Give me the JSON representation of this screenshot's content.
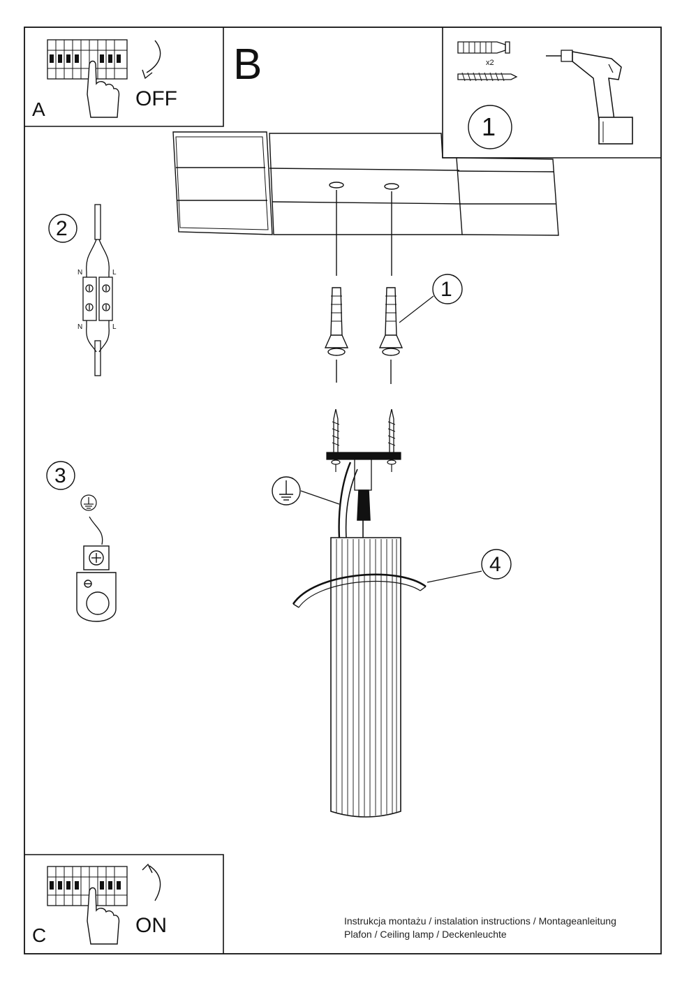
{
  "steps": {
    "a": {
      "letter": "A",
      "word": "OFF"
    },
    "b": {
      "letter": "B"
    },
    "c": {
      "letter": "C",
      "word": "ON"
    }
  },
  "callouts": {
    "tools": "1",
    "wire_connector": "2",
    "earth_clamp": "3",
    "dowels": "1",
    "shade": "4"
  },
  "hardware": {
    "quantity": "x2"
  },
  "wire_labels": {
    "neutral": "N",
    "live": "L"
  },
  "footer": {
    "line1": "Instrukcja montażu / instalation instructions / Montageanleitung",
    "line2": "Plafon / Ceiling lamp / Deckenleuchte"
  }
}
